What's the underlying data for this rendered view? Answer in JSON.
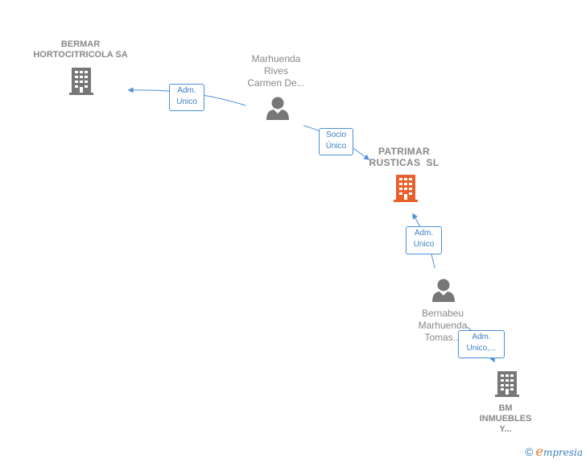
{
  "nodes": {
    "bermar": {
      "line1": "BERMAR",
      "line2": "HORTOCITRICOLA SA",
      "icon": "building-icon",
      "color": "#777777"
    },
    "marhuenda": {
      "line1": "Marhuenda",
      "line2": "Rives",
      "line3": "Carmen De...",
      "icon": "person-icon",
      "color": "#777777"
    },
    "patrimar": {
      "line1": "PATRIMAR",
      "line2": "RUSTICAS  SL",
      "icon": "building-icon",
      "color": "#e8602c"
    },
    "bernabeu": {
      "line1": "Bernabeu",
      "line2": "Marhuenda",
      "line3": "Tomas...",
      "icon": "person-icon",
      "color": "#777777"
    },
    "bm": {
      "line1": "BM",
      "line2": "INMUEBLES",
      "line3": "Y...",
      "icon": "building-icon",
      "color": "#777777"
    }
  },
  "edges": {
    "marhuenda_bermar": {
      "line1": "Adm.",
      "line2": "Unico"
    },
    "marhuenda_patrimar": {
      "line1": "Socio",
      "line2": "Único"
    },
    "bernabeu_patrimar": {
      "line1": "Adm.",
      "line2": "Unico"
    },
    "bernabeu_bm": {
      "line1": "Adm.",
      "line2": "Unico,..."
    }
  },
  "colors": {
    "edge": "#4a90d9",
    "accent": "#e8602c",
    "node": "#777777"
  },
  "footer": {
    "copyright": "©",
    "brand_initial": "e",
    "brand_rest": "mpresia"
  }
}
